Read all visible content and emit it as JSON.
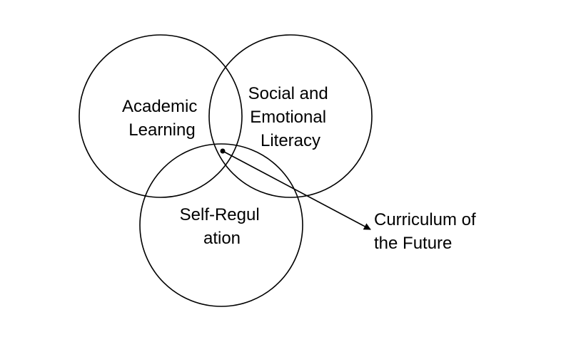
{
  "diagram": {
    "circles": [
      {
        "id": "academic",
        "label_lines": [
          "Academic",
          "Learning"
        ]
      },
      {
        "id": "social",
        "label_lines": [
          "Social and",
          "Emotional",
          "Literacy"
        ]
      },
      {
        "id": "self",
        "label_lines": [
          "Self-Regul",
          "ation"
        ]
      }
    ],
    "callout": {
      "label_lines": [
        "Curriculum of",
        "the Future"
      ]
    },
    "colors": {
      "stroke": "#000000",
      "text": "#000000",
      "background": "#ffffff"
    }
  }
}
